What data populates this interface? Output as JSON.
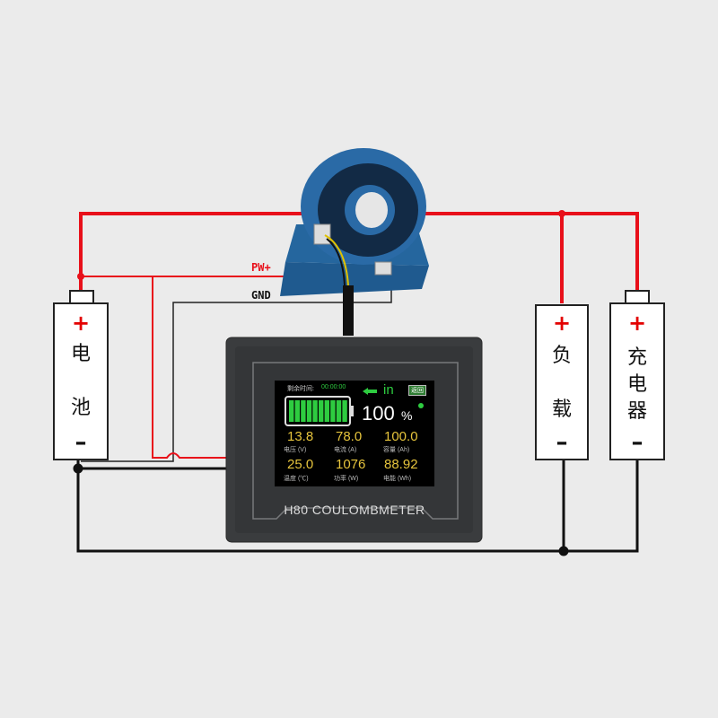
{
  "battery": {
    "plus": "+",
    "minus": "–",
    "label_1": "电",
    "label_2": "池"
  },
  "load": {
    "plus": "+",
    "minus": "–",
    "label_1": "负",
    "label_2": "载"
  },
  "charger": {
    "plus": "+",
    "minus": "–",
    "label_1": "充",
    "label_2": "电",
    "label_3": "器"
  },
  "wires": {
    "pw": "PW+",
    "gnd": "GND"
  },
  "colors": {
    "positive": "#e8101a",
    "negative": "#111111",
    "sensor": "#1f5a8f"
  },
  "meter": {
    "model": "H80  COULOMBMETER",
    "remaining_label": "剩余时间:",
    "remaining_time": "00:00:00",
    "direction": "in",
    "back_button": "返回",
    "percent": "100",
    "percent_unit": "%",
    "battery_level": 1.0,
    "readings": [
      {
        "value": "13.8",
        "caption": "电压 (V)"
      },
      {
        "value": "78.0",
        "caption": "电流 (A)"
      },
      {
        "value": "100.0",
        "caption": "容量 (Ah)"
      },
      {
        "value": "25.0",
        "caption": "温度 (℃)"
      },
      {
        "value": "1076",
        "caption": "功率 (W)"
      },
      {
        "value": "88.92",
        "caption": "电能 (Wh)"
      }
    ]
  }
}
